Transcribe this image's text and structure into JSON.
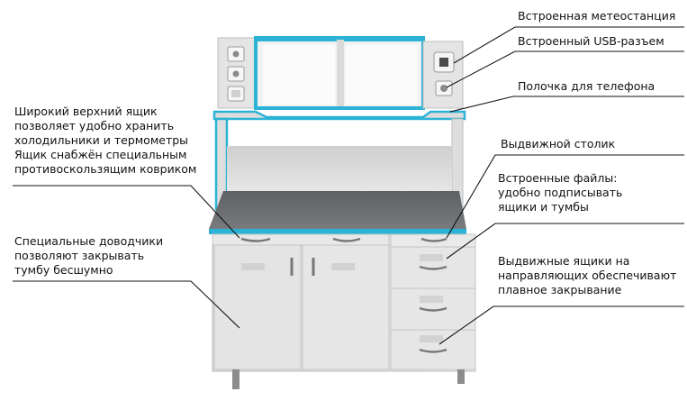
{
  "labels": {
    "weather_station": [
      "Встроенная метеостанция"
    ],
    "usb_port": [
      "Встроенный USB-разъем"
    ],
    "phone_shelf": [
      "Полочка для телефона"
    ],
    "top_drawer": [
      "Широкий верхний ящик",
      "позволяет удобно хранить",
      "холодильники и термометры",
      "Ящик снабжён специальным",
      "противоскользящим ковриком"
    ],
    "pullout_table": [
      "Выдвижной столик"
    ],
    "built_in_files": [
      "Встроенные файлы:",
      "удобно подписывать",
      "ящики и тумбы"
    ],
    "door_closers": [
      "Специальные доводчики",
      "позволяют закрывать",
      "тумбу бесшумно"
    ],
    "drawer_rails": [
      "Выдвижные ящики на",
      "направляющих обеспечивают",
      "плавное закрывание"
    ]
  },
  "colors": {
    "accent_edge": "#2bb3d6",
    "panel": "#e2e2e2",
    "panel_dark": "#c9c9c9",
    "countertop": "#6a6d70",
    "leader_line": "#111111"
  }
}
